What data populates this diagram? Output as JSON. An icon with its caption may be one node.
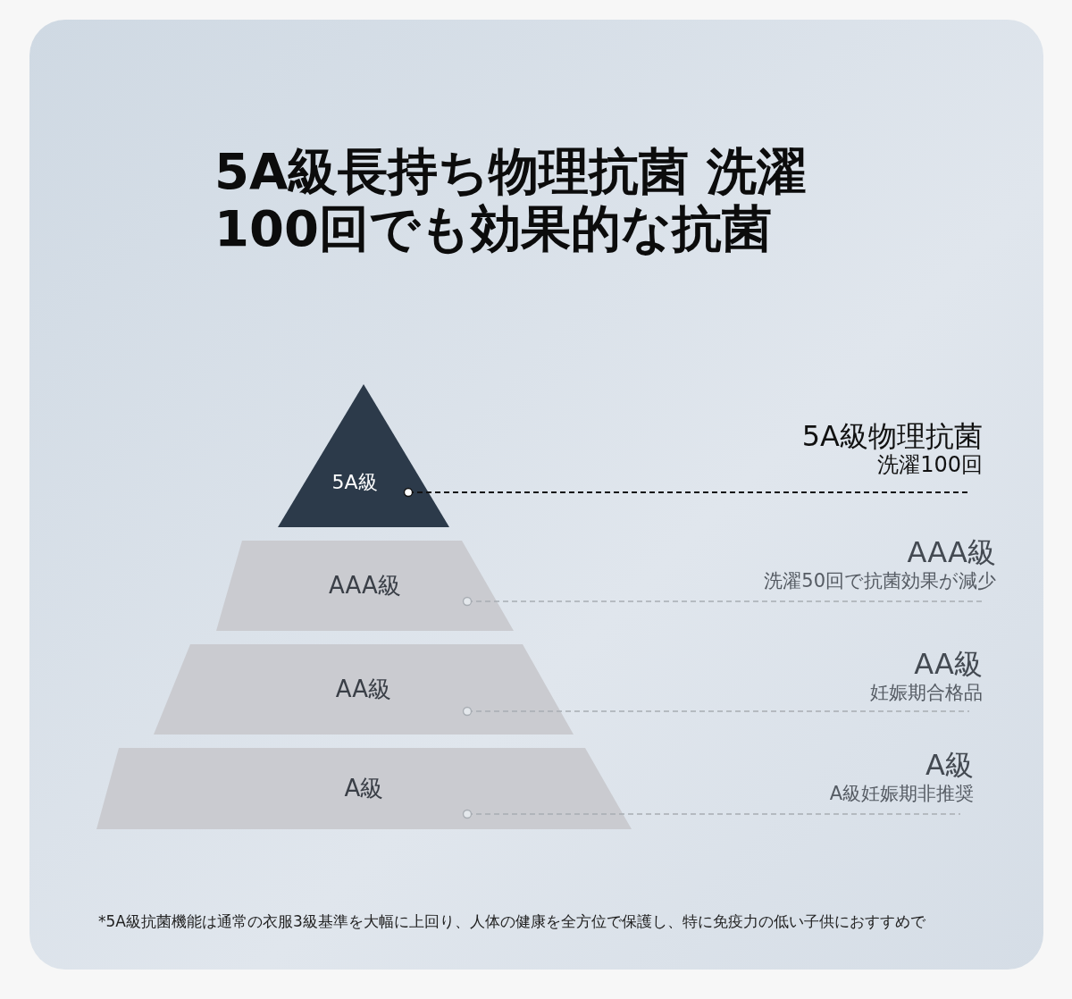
{
  "diagram": {
    "title": "5A級長持ち物理抗菌 洗濯100回でも効果的な抗菌",
    "nodes": [
      {
        "text": [
          "5A級"
        ]
      },
      {
        "text": [
          "AAA級"
        ]
      },
      {
        "text": [
          "AA級"
        ]
      },
      {
        "text": [
          "A級"
        ]
      },
      {
        "text": [
          "5A級物理抗菌",
          "洗濯100回"
        ]
      },
      {
        "text": [
          "AAA級",
          "洗濯50回で抗菌効果が減少"
        ]
      },
      {
        "text": [
          "AA級",
          "妊娠期合格品"
        ]
      },
      {
        "text": [
          "A級",
          "A級妊娠期非推奨"
        ]
      }
    ],
    "edges": [
      {
        "from": 0,
        "to": 4,
        "arrow": "other",
        "style": "dashed",
        "color": "#111111"
      },
      {
        "from": 1,
        "to": 5,
        "arrow": "other",
        "style": "dashed"
      },
      {
        "from": 2,
        "to": 6,
        "arrow": "other",
        "style": "dashed"
      },
      {
        "from": 3,
        "to": 7,
        "arrow": "other",
        "style": "dashed"
      }
    ],
    "labels": [
      "*5A級抗菌機能は通常の衣服3級基準を大幅に上回り、人体の健康を全方位で保護し、特に免疫力の低い子供におすすめで"
    ]
  }
}
